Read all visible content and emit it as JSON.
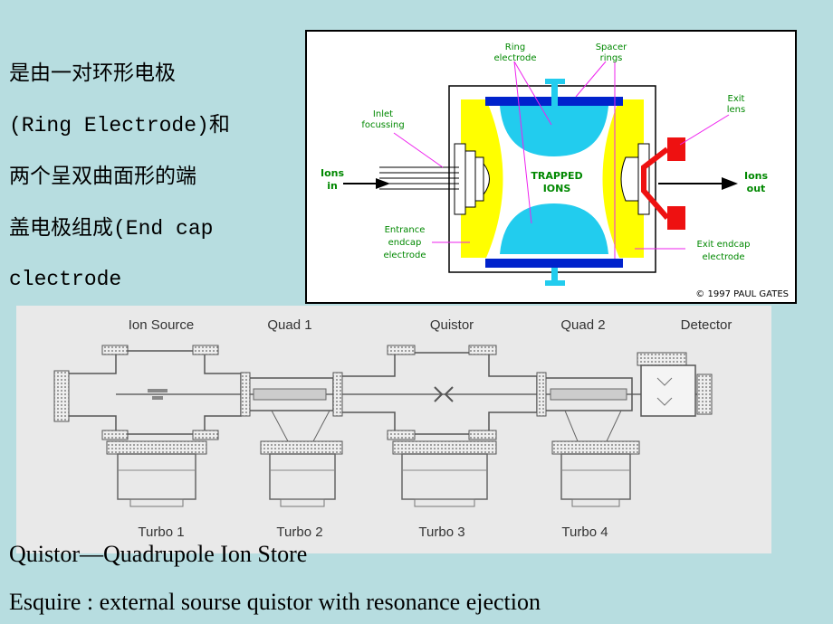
{
  "intro": {
    "line1": "是由一对环形电极",
    "line2a": "(Ring Electrode)",
    "line2b": "和",
    "line3": "两个呈双曲面形的端",
    "line4a": "盖电极组成",
    "line4b": "(End cap",
    "line5": "clectrode"
  },
  "trap_diagram": {
    "ring_line1": "Ring",
    "ring_line2": "electrode",
    "spacer_line1": "Spacer",
    "spacer_line2": "rings",
    "exit_lens_line1": "Exit",
    "exit_lens_line2": "lens",
    "inlet_line1": "Inlet",
    "inlet_line2": "focussing",
    "ions_in_line1": "Ions",
    "ions_in_line2": "in",
    "trapped_line1": "TRAPPED",
    "trapped_line2": "IONS",
    "ions_out_line1": "Ions",
    "ions_out_line2": "out",
    "entrance_line1": "Entrance",
    "entrance_line2": "endcap",
    "entrance_line3": "electrode",
    "exit_endcap_line1": "Exit endcap",
    "exit_endcap_line2": "electrode",
    "copyright": "© 1997 PAUL GATES",
    "colors": {
      "yellow": "#ffff00",
      "cyan": "#22ccee",
      "blue": "#0022cc",
      "red": "#ee1111",
      "magenta": "#ee22ee"
    }
  },
  "instrument_diagram": {
    "top_labels": [
      "Ion Source",
      "Quad 1",
      "Quistor",
      "Quad 2",
      "Detector"
    ],
    "bottom_labels": [
      "Turbo 1",
      "Turbo 2",
      "Turbo 3",
      "Turbo 4"
    ]
  },
  "captions": {
    "line1": "Quistor—Quadrupole Ion Store",
    "line2": "Esquire : external sourse quistor with resonance ejection"
  }
}
